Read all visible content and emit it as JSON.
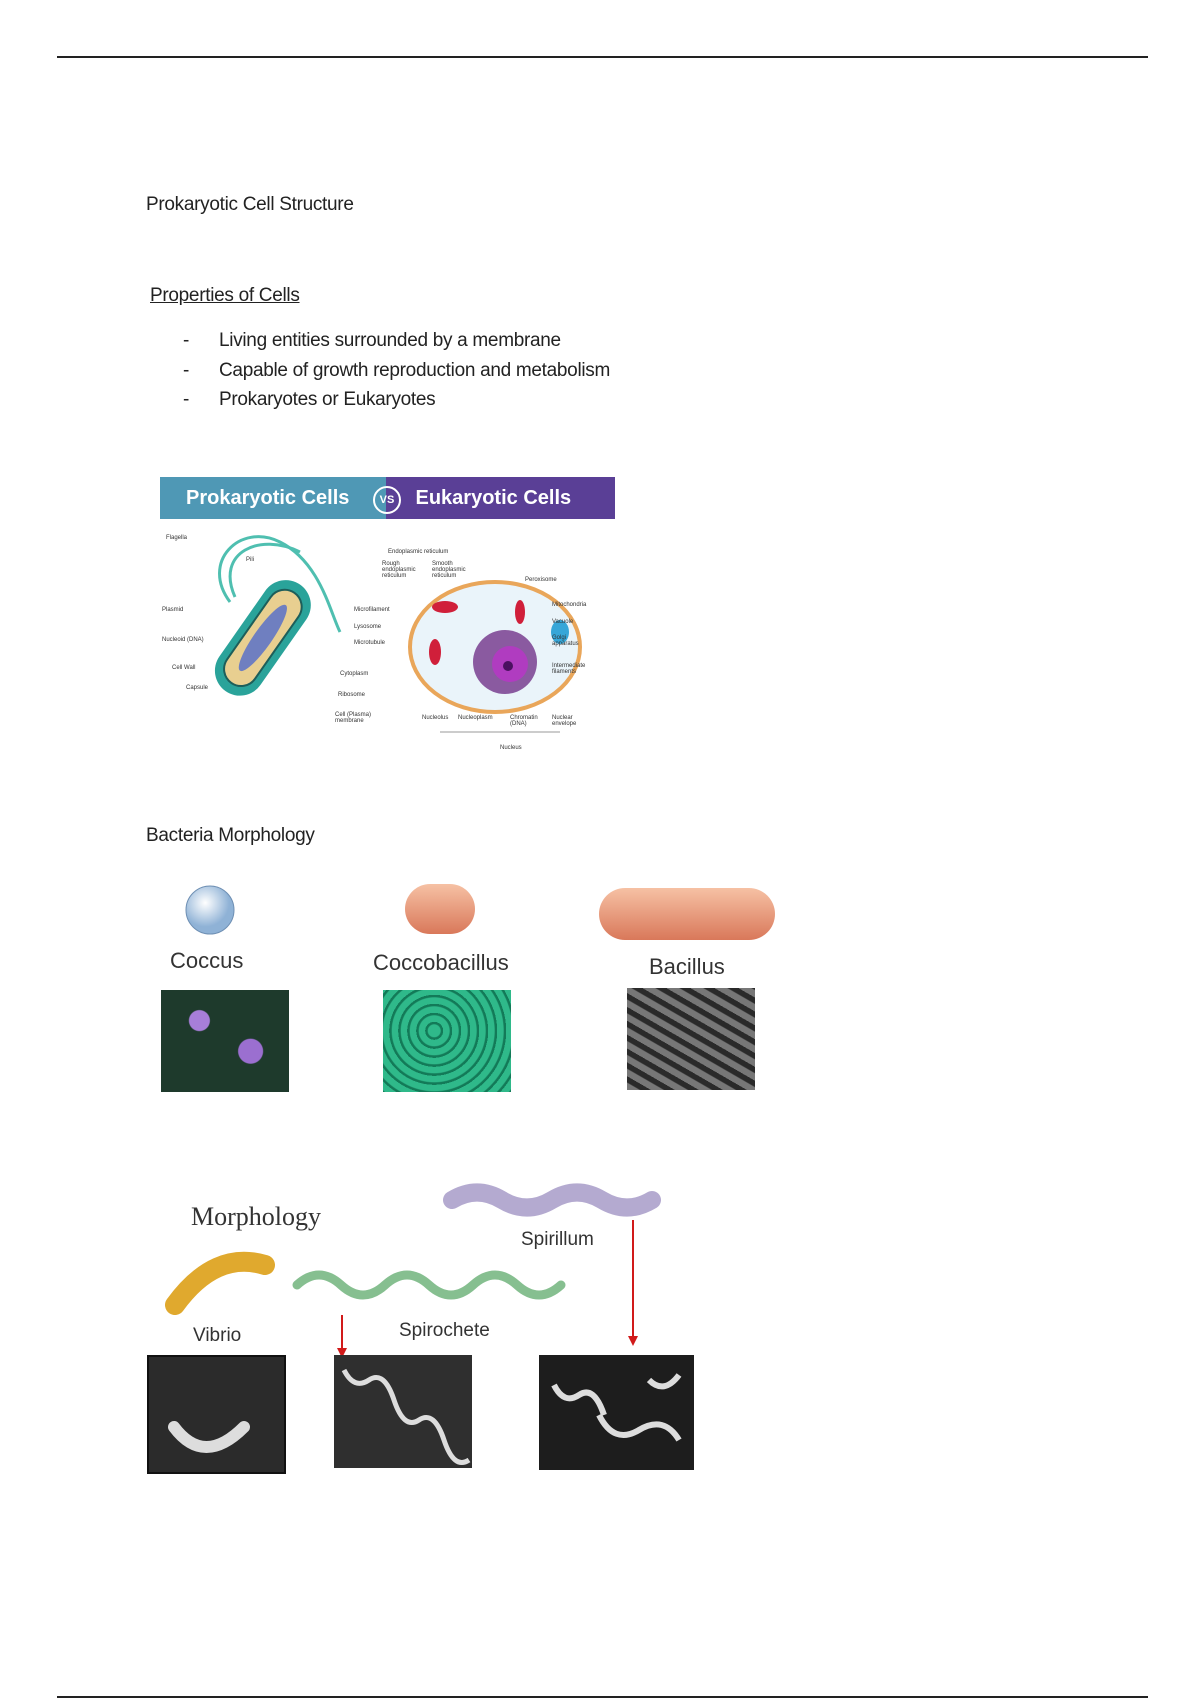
{
  "document": {
    "title": "Prokaryotic Cell Structure",
    "properties_heading": "Properties of Cells",
    "bullet_marker": "-",
    "bullets": [
      "Living entities surrounded by a membrane",
      "Capable of growth reproduction and metabolism",
      "Prokaryotes or Eukaryotes"
    ],
    "bacteria_heading": "Bacteria Morphology"
  },
  "cell_diagram": {
    "left_title": "Prokaryotic Cells",
    "vs": "VS",
    "right_title": "Eukaryotic Cells",
    "prokaryote_labels": [
      "Flagella",
      "Pili",
      "Plasmid",
      "Nucleoid (DNA)",
      "Cell Wall",
      "Capsule",
      "Cytoplasm",
      "Ribosome",
      "Cell (Plasma) membrane"
    ],
    "eukaryote_labels": [
      "Endoplasmic reticulum",
      "Rough endoplasmic reticulum",
      "Smooth endoplasmic reticulum",
      "Peroxisome",
      "Mitochondria",
      "Vacuole",
      "Golgi apparatus",
      "Intermediate filaments",
      "Microfilament",
      "Lysosome",
      "Microtubule",
      "Nucleolus",
      "Nucleoplasm",
      "Chromatin (DNA)",
      "Nuclear envelope",
      "Nucleus"
    ]
  },
  "morphology_1": {
    "shapes": [
      "Coccus",
      "Coccobacillus",
      "Bacillus"
    ]
  },
  "morphology_2": {
    "title": "Morphology",
    "shapes": [
      "Spirillum",
      "Vibrio",
      "Spirochete"
    ]
  },
  "colors": {
    "prokaryote_banner": "#4f98b5",
    "eukaryote_banner": "#5a3f96",
    "arrow": "#d11a1a"
  }
}
